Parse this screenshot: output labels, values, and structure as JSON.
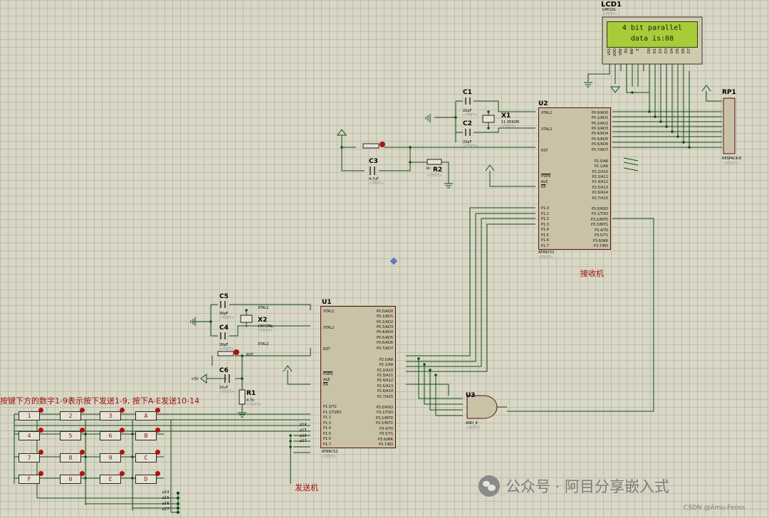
{
  "lcd": {
    "ref": "LCD1",
    "model": "LM016L",
    "text_ph": "<TEXT>",
    "line1": "4 bit parallel",
    "line2": "data is:08",
    "pins": [
      "VSS",
      "VDD",
      "VEE",
      "RS",
      "RW",
      "E",
      "D0",
      "D1",
      "D2",
      "D3",
      "D4",
      "D5",
      "D6",
      "D7"
    ]
  },
  "rp1": {
    "ref": "RP1",
    "part": "RESPACK-8",
    "text_ph": "<TEXT>"
  },
  "u2": {
    "ref": "U2",
    "part": "AT89C52",
    "text_ph": "<TEXT>",
    "left_pins": [
      "XTAL1",
      "XTAL2",
      "RST",
      "PSEN",
      "ALE",
      "EA",
      "P1.0",
      "P1.1",
      "P1.2",
      "P1.3",
      "P1.4",
      "P1.5",
      "P1.6",
      "P1.7"
    ],
    "right_p0": [
      "P0.0/AD0",
      "P0.1/AD1",
      "P0.2/AD2",
      "P0.3/AD3",
      "P0.4/AD4",
      "P0.5/AD5",
      "P0.6/AD6",
      "P0.7/AD7"
    ],
    "right_p2": [
      "P2.0/A8",
      "P2.1/A9",
      "P2.2/A10",
      "P2.3/A11",
      "P2.4/A12",
      "P2.5/A13",
      "P2.6/A14",
      "P2.7/A15"
    ],
    "right_p3": [
      "P3.0/RXD",
      "P3.1/TXD",
      "P3.2/INT0",
      "P3.3/INT1",
      "P3.4/T0",
      "P3.5/T1",
      "P3.6/WR",
      "P3.7/RD"
    ]
  },
  "u1": {
    "ref": "U1",
    "part": "AT89C52",
    "text_ph": "<TEXT>",
    "left_pins": [
      "XTAL1",
      "XTAL2",
      "RST",
      "PSEN",
      "ALE",
      "EA",
      "P1.0/T2",
      "P1.1/T2EX",
      "P1.2",
      "P1.3",
      "P1.4",
      "P1.5",
      "P1.6",
      "P1.7"
    ],
    "right_p0": [
      "P0.0/AD0",
      "P0.1/AD1",
      "P0.2/AD2",
      "P0.3/AD3",
      "P0.4/AD4",
      "P0.5/AD5",
      "P0.6/AD6",
      "P0.7/AD7"
    ],
    "right_p2": [
      "P2.0/A8",
      "P2.1/A9",
      "P2.2/A10",
      "P2.3/A11",
      "P2.4/A12",
      "P2.5/A13",
      "P2.6/A14",
      "P2.7/A15"
    ],
    "right_p3": [
      "P3.0/RXD",
      "P3.1/TXD",
      "P3.2/INT0",
      "P3.3/INT1",
      "P3.4/T0",
      "P3.5/T1",
      "P3.6/WR",
      "P3.7/RD"
    ]
  },
  "u3": {
    "ref": "U3",
    "part": "AND_4",
    "text_ph": "<TEXT>"
  },
  "c1": {
    "ref": "C1",
    "value": "22pF",
    "text_ph": "<TEXT>"
  },
  "c2": {
    "ref": "C2",
    "value": "22pF",
    "text_ph": "<TEXT>"
  },
  "x1": {
    "ref": "X1",
    "value": "11.0592M",
    "text_ph": "<TEXT>"
  },
  "c3": {
    "ref": "C3",
    "value": "4.7uF",
    "text_ph": "<TEXT>"
  },
  "r2": {
    "ref": "R2",
    "value": "1k",
    "text_ph": "<TEXT>"
  },
  "c5": {
    "ref": "C5",
    "value": "30pF",
    "text_ph": "<TEXT>"
  },
  "c4": {
    "ref": "C4",
    "value": "30pF",
    "text_ph": "<TEXT>"
  },
  "x2": {
    "ref": "X2",
    "value": "CRYSTAL",
    "text_ph": "<TEXT>"
  },
  "c6": {
    "ref": "C6",
    "value": "10uF",
    "text_ph": "<TEXT>"
  },
  "r1": {
    "ref": "R1",
    "value": "4.7k",
    "text_ph": "<TEXT>"
  },
  "net_labels": {
    "xtal1": "XTAL1",
    "xtal2_a": "XTAL2",
    "xtal2_b": "XTAL2",
    "rst": "RST",
    "vcc": "+5V"
  },
  "keypad": {
    "rows": [
      [
        "1",
        "2",
        "3",
        "A"
      ],
      [
        "4",
        "5",
        "6",
        "B"
      ],
      [
        "7",
        "8",
        "9",
        "C"
      ],
      [
        "F",
        "0",
        "E",
        "D"
      ]
    ],
    "port_labels": [
      "p14",
      "p15",
      "p16",
      "p17"
    ],
    "bottom_labels": [
      "p14",
      "p15",
      "p16",
      "p17"
    ]
  },
  "annotations": {
    "instruction": "按键下方的数字1-9表示按下发送1-9,  按下A-E发送10-14",
    "receiver": "接收机",
    "sender": "发送机"
  },
  "watermark": {
    "brand": "公众号 · 阿目分享嵌入式",
    "csdn": "CSDN @Amu-Feoss"
  },
  "colors": {
    "wire": "#0f4d1a",
    "chip_fill": "#c9c2a6",
    "chip_border": "#5a1010",
    "lcd_screen": "#a6cc3a",
    "annotation": "#a10f0f",
    "pin_blue": "#2030c8",
    "pin_red": "#c81e1e"
  }
}
